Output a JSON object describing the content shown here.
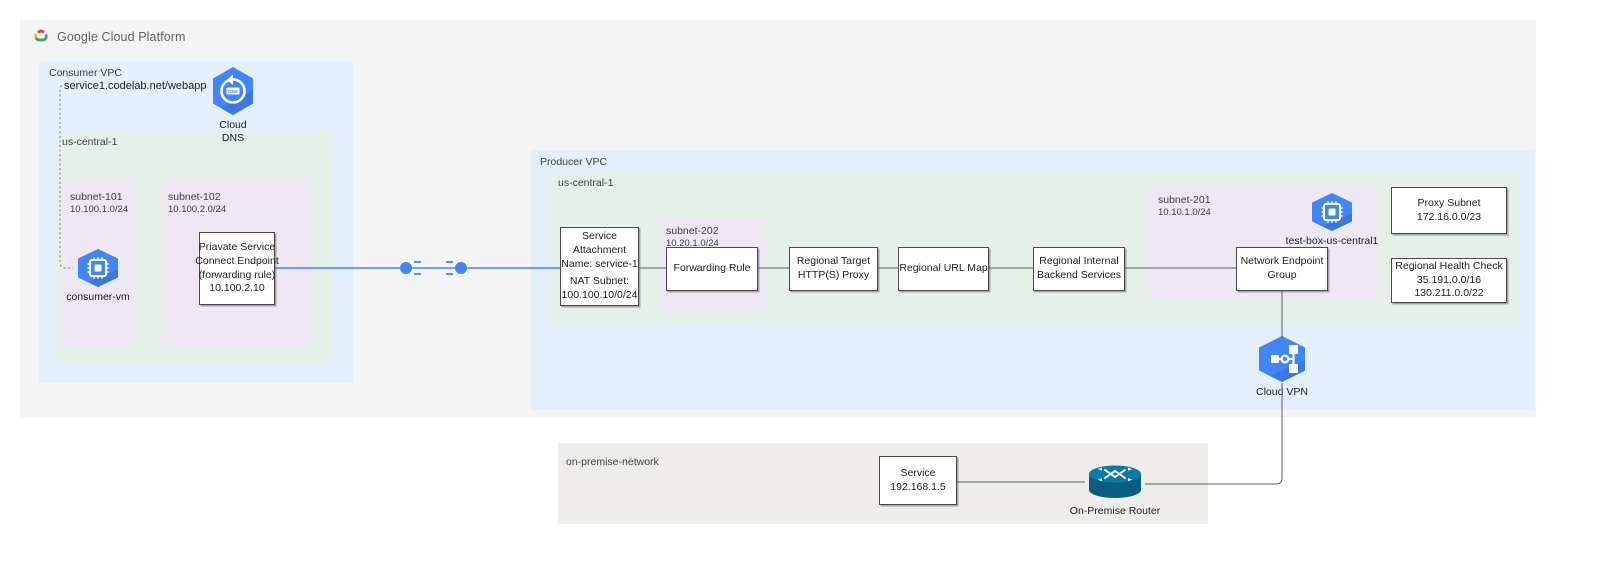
{
  "header": {
    "title": "Google Cloud Platform",
    "logo_icon": "google-cloud-logo"
  },
  "consumer_vpc": {
    "label": "Consumer VPC",
    "region_label": "us-central-1",
    "dns_record": "service1.codelab.net/webapp",
    "cloud_dns": {
      "icon": "cloud-dns-icon",
      "label_line1": "Cloud",
      "label_line2": "DNS"
    },
    "subnet_101": {
      "name": "subnet-101",
      "cidr": "10.100.1.0/24",
      "vm": {
        "icon": "compute-engine-vm-icon",
        "label": "consumer-vm"
      }
    },
    "subnet_102": {
      "name": "subnet-102",
      "cidr": "10.100.2.0/24",
      "endpoint": {
        "line1": "Priavate Service",
        "line2": "Connect Endpoint",
        "line3": "(forwarding rule)",
        "line4": "10.100.2.10"
      }
    }
  },
  "private_service_connect": {
    "icon": "private-service-connect-shield-icon",
    "label": "Private Service Connect"
  },
  "producer_vpc": {
    "label": "Producer VPC",
    "region_label": "us-central-1",
    "service_attachment": {
      "line1": "Service",
      "line2": "Attachment",
      "line3": "Name: service-1",
      "line4": "NAT Subnet:",
      "line5": "100.100.10/0/24"
    },
    "subnet_202": {
      "name": "subnet-202",
      "cidr": "10.20.1.0/24",
      "forwarding_rule": "Forwarding Rule"
    },
    "target_proxy": {
      "line1": "Regional Target",
      "line2": "HTTP(S) Proxy"
    },
    "url_map": {
      "line1": "Regional URL Map"
    },
    "backend_services": {
      "line1": "Regional Internal",
      "line2": "Backend Services"
    },
    "subnet_201": {
      "name": "subnet-201",
      "cidr": "10.10.1.0/24",
      "test_box": {
        "icon": "compute-engine-vm-icon",
        "label": "test-box-us-central1"
      },
      "network_endpoint_group": {
        "line1": "Network Endpoint",
        "line2": "Group"
      }
    },
    "proxy_subnet": {
      "line1": "Proxy Subnet",
      "line2": "172.16.0.0/23"
    },
    "health_check": {
      "line1": "Regional Health Check",
      "line2": "35.191.0.0/16",
      "line3": "130.211.0.0/22"
    },
    "cloud_vpn": {
      "icon": "cloud-vpn-icon",
      "label": "Cloud VPN"
    }
  },
  "on_premise": {
    "label": "on-premise-network",
    "service": {
      "line1": "Service",
      "line2": "192.168.1.5"
    },
    "router": {
      "icon": "on-premise-router-icon",
      "label": "On-Premise Router"
    }
  },
  "colors": {
    "canvas": "#f4f4f4",
    "vpc": "#e3f0fb",
    "region": "#e4f0e8",
    "subnet": "#eee8f5",
    "on_premise": "#efedea",
    "connector": "#59605c",
    "psc_blue": "#4285f4",
    "gcp_icon_blue": "#4285f4",
    "router_teal": "#0f6b8f"
  }
}
